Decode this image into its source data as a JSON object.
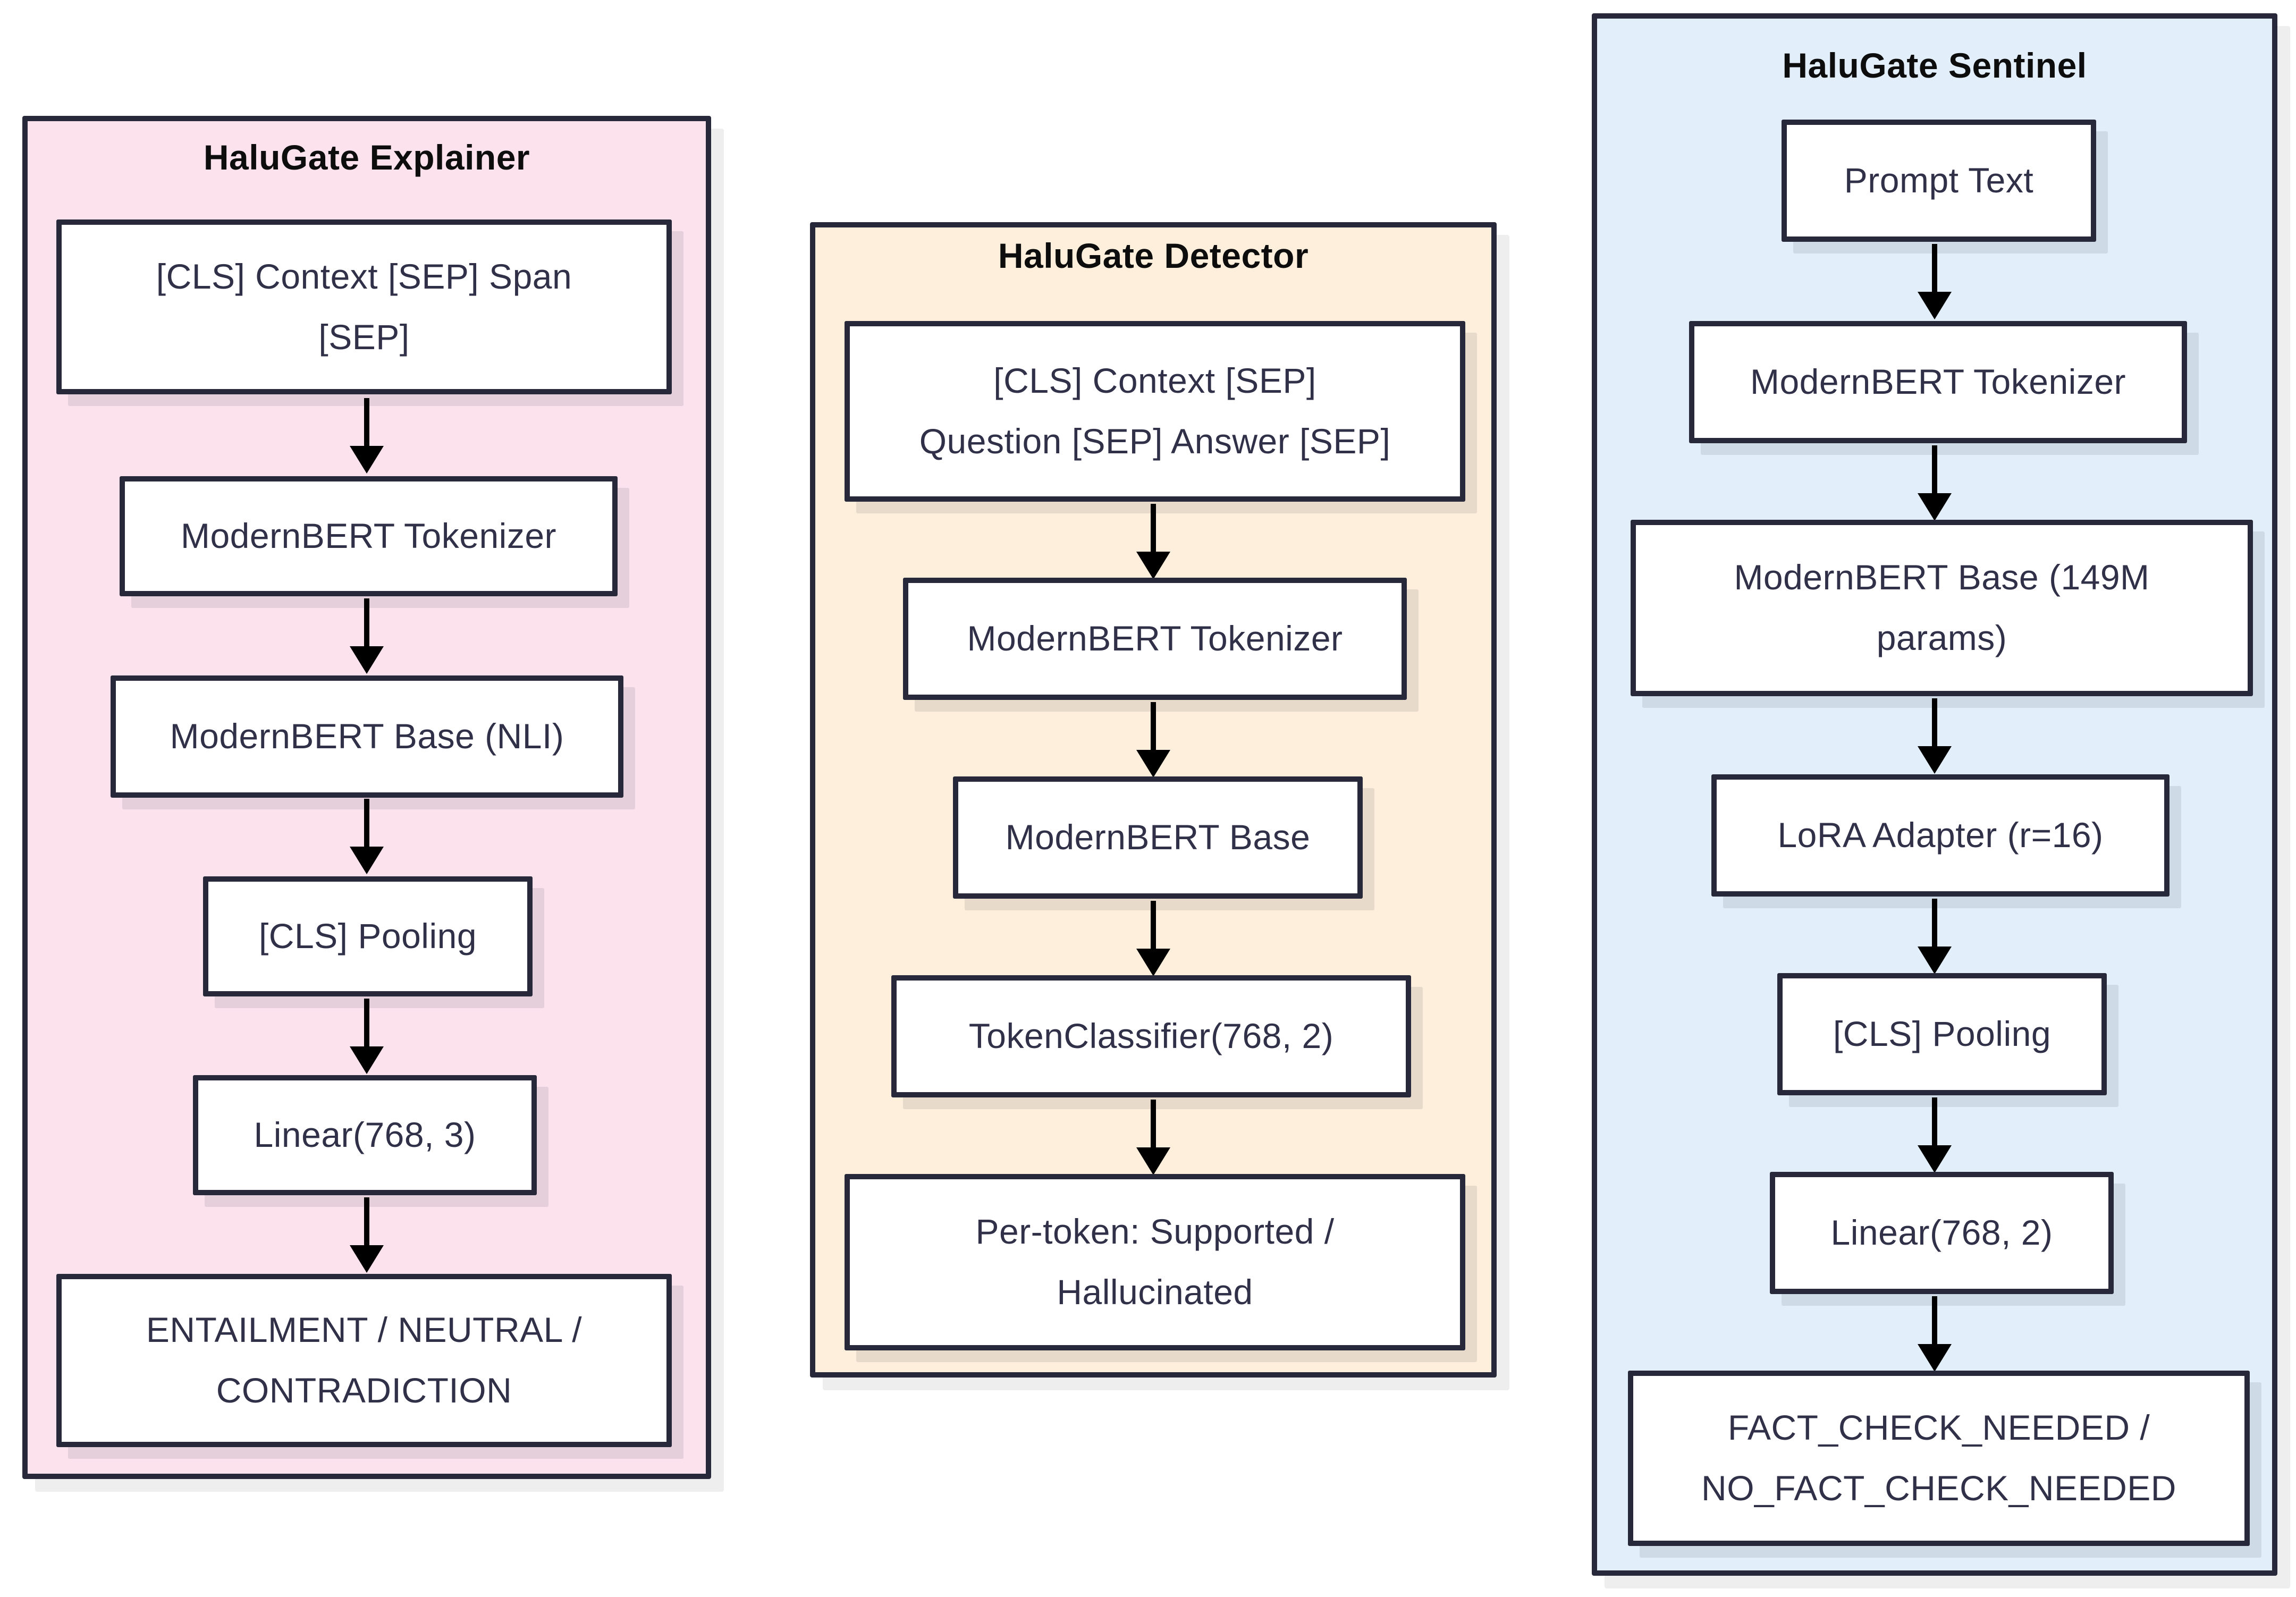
{
  "colors": {
    "border": "#272839",
    "text": "#303049",
    "title": "#0d0d0d",
    "arrow": "#000000",
    "panel_pink": "#fbe2ec",
    "panel_cream": "#fdefdb",
    "panel_blue": "#e2effb",
    "box_bg": "#ffffff"
  },
  "panels": [
    {
      "title": "HaluGate Explainer",
      "boxes": [
        {
          "label": "[CLS] Context [SEP] Span\n[SEP]"
        },
        {
          "label": "ModernBERT Tokenizer"
        },
        {
          "label": "ModernBERT Base (NLI)"
        },
        {
          "label": "[CLS] Pooling"
        },
        {
          "label": "Linear(768, 3)"
        },
        {
          "label": "ENTAILMENT / NEUTRAL /\nCONTRADICTION"
        }
      ]
    },
    {
      "title": "HaluGate Detector",
      "boxes": [
        {
          "label": "[CLS] Context [SEP]\nQuestion [SEP] Answer [SEP]"
        },
        {
          "label": "ModernBERT Tokenizer"
        },
        {
          "label": "ModernBERT Base"
        },
        {
          "label": "TokenClassifier(768, 2)"
        },
        {
          "label": "Per-token: Supported /\nHallucinated"
        }
      ]
    },
    {
      "title": "HaluGate Sentinel",
      "boxes": [
        {
          "label": "Prompt Text"
        },
        {
          "label": "ModernBERT Tokenizer"
        },
        {
          "label": "ModernBERT Base (149M\nparams)"
        },
        {
          "label": "LoRA Adapter (r=16)"
        },
        {
          "label": "[CLS] Pooling"
        },
        {
          "label": "Linear(768, 2)"
        },
        {
          "label": "FACT_CHECK_NEEDED /\nNO_FACT_CHECK_NEEDED"
        }
      ]
    }
  ]
}
